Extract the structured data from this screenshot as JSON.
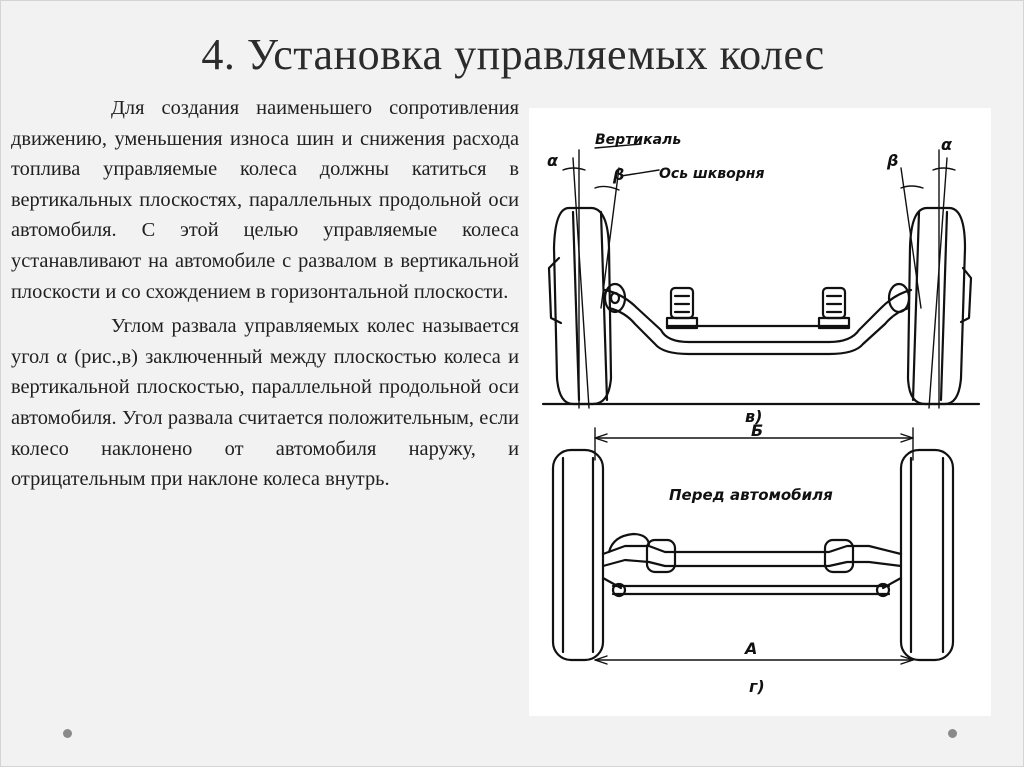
{
  "slide": {
    "title": "4. Установка управляемых колес",
    "paragraphs": [
      "Для создания наименьшего сопротивления движению, уменьшения износа шин и снижения расхода топлива управляемые колеса должны катиться в вертикальных плоскостях, параллельных продольной оси автомобиля. С этой целью управляемые колеса устанавливают на автомобиле с развалом в вертикальной плоскости и со схождением в горизонтальной плоскости.",
      "Углом развала управляемых колес называется угол α (рис.,в) заключенный между плоскостью колеса и вертикальной плоскостью, параллельной продольной оси автомобиля. Угол развала считается положительным, если колесо наклонено от автомобиля наружу, и отрицательным при наклоне колеса внутрь."
    ]
  },
  "figure": {
    "labels": {
      "vertical": "Вертикаль",
      "kingpin_axis": "Ось шкворня",
      "alpha_left": "α",
      "beta_left": "β",
      "alpha_right": "α",
      "beta_right": "β",
      "view_b": "в)",
      "dim_b": "Б",
      "front": "Перед автомобиля",
      "dim_a": "А",
      "view_g": "г)"
    }
  },
  "colors": {
    "background": "#f2f2f2",
    "figure_bg": "#ffffff",
    "ink": "#111111",
    "dots": "#8a8a8a"
  }
}
